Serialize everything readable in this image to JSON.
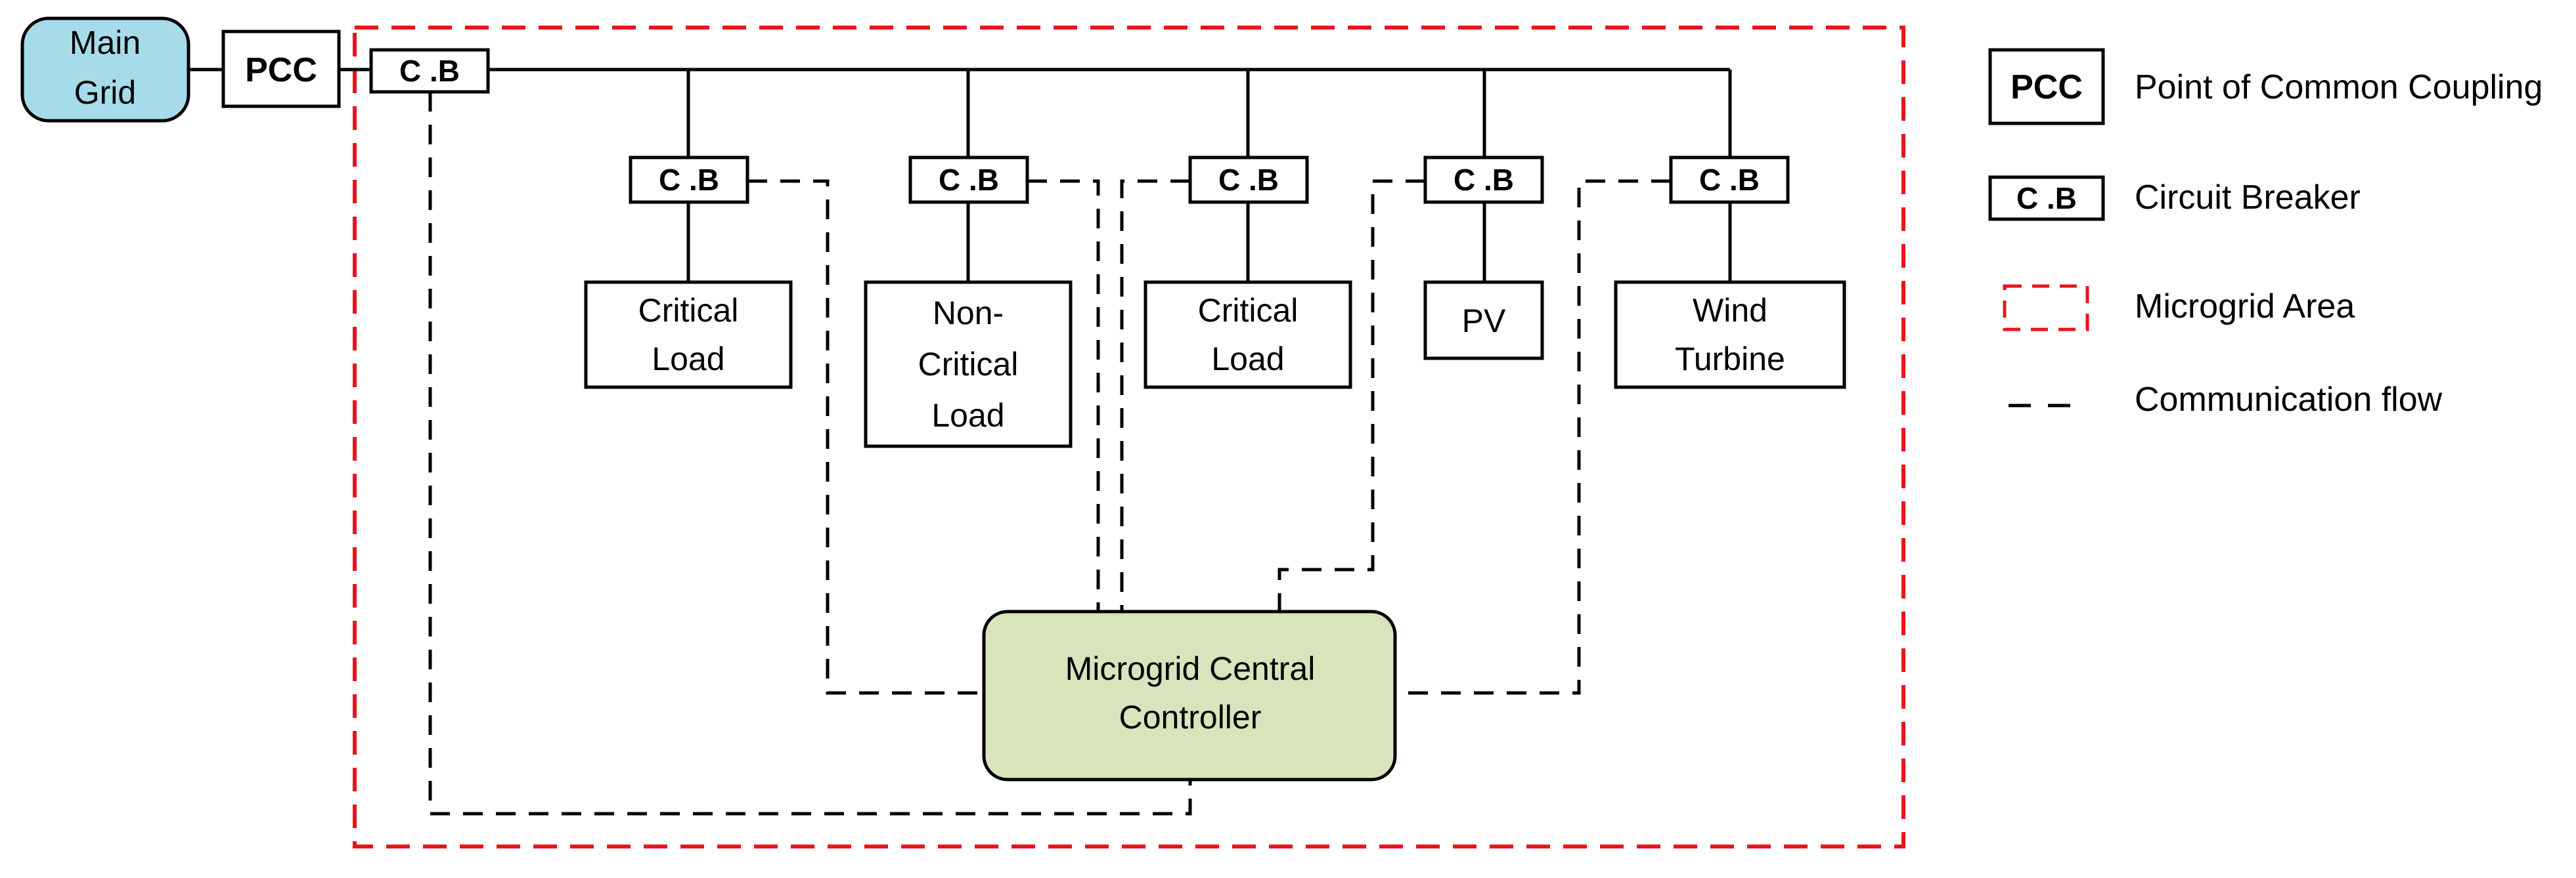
{
  "colors": {
    "main_grid_fill": "#a6dce9",
    "controller_fill": "#d8e4bc",
    "microgrid_area_border": "#e8141b",
    "line": "#000000"
  },
  "main_grid": {
    "line1": "Main",
    "line2": "Grid"
  },
  "pcc": {
    "label": "PCC"
  },
  "main_breaker": {
    "label": "C .B"
  },
  "branches": [
    {
      "id": "critical-load-1",
      "breaker": "C .B",
      "lines": [
        "Critical",
        "Load"
      ]
    },
    {
      "id": "non-critical-load",
      "breaker": "C .B",
      "lines": [
        "Non-",
        "Critical",
        "Load"
      ]
    },
    {
      "id": "critical-load-2",
      "breaker": "C .B",
      "lines": [
        "Critical",
        "Load"
      ]
    },
    {
      "id": "pv",
      "breaker": "C .B",
      "lines": [
        "PV"
      ]
    },
    {
      "id": "wind-turbine",
      "breaker": "C .B",
      "lines": [
        "Wind",
        "Turbine"
      ]
    }
  ],
  "controller": {
    "line1": "Microgrid Central",
    "line2": "Controller"
  },
  "legend": {
    "pcc": {
      "symbol": "PCC",
      "text": "Point of Common Coupling"
    },
    "cb": {
      "symbol": "C .B",
      "text": "Circuit Breaker"
    },
    "area": {
      "text": "Microgrid Area"
    },
    "comm": {
      "text": "Communication flow"
    }
  }
}
